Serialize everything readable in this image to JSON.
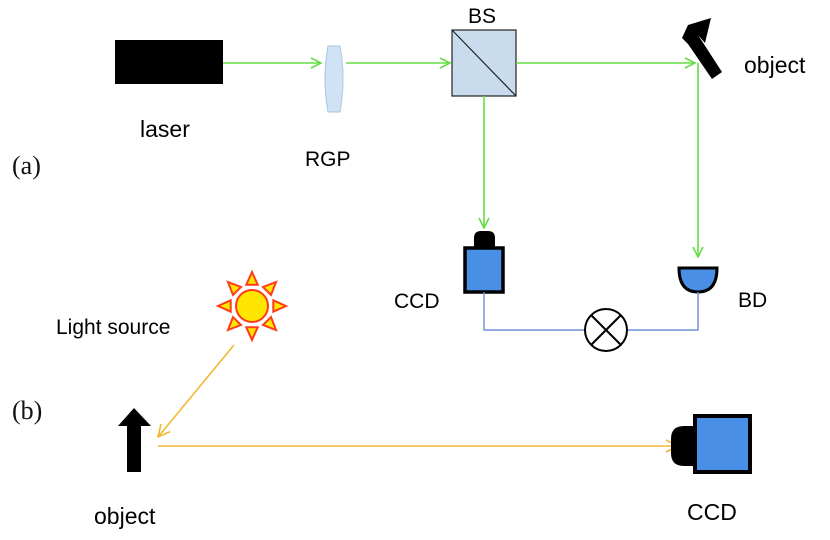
{
  "panel_a": {
    "label": "(a)",
    "laser": "laser",
    "rgp": "RGP",
    "bs": "BS",
    "object": "object",
    "ccd": "CCD",
    "bd": "BD"
  },
  "panel_b": {
    "label": "(b)",
    "light_source": "Light source",
    "object": "object",
    "ccd": "CCD"
  },
  "colors": {
    "laser_beam": "#66dd44",
    "light_beam": "#f2b830",
    "wire": "#6f8fd6",
    "detector_blue": "#4a8fe6",
    "bs_fill": "#c9dced",
    "lens_fill": "#cfe3f4",
    "sun_body": "#ffe600",
    "sun_ray": "#ff3b1a"
  }
}
